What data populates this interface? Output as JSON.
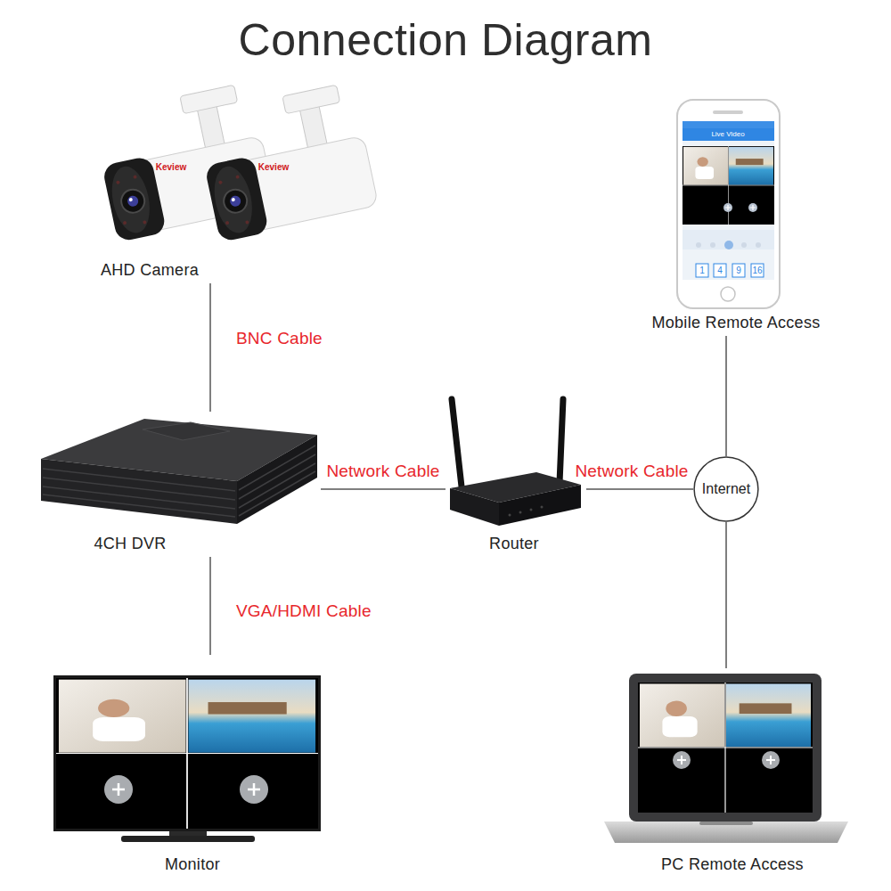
{
  "diagram": {
    "title": "Connection Diagram",
    "nodes": [
      {
        "text": [
          "AHD Camera"
        ]
      },
      {
        "text": [
          "Mobile Remote Access"
        ]
      },
      {
        "text": [
          "4CH DVR"
        ]
      },
      {
        "text": [
          "Router"
        ]
      },
      {
        "text": [
          "Internet"
        ]
      },
      {
        "text": [
          "Monitor"
        ]
      },
      {
        "text": [
          "PC Remote Access"
        ]
      }
    ],
    "edges": [
      {
        "from": 0,
        "to": 2,
        "label": "BNC Cable",
        "arrow": "none"
      },
      {
        "from": 2,
        "to": 3,
        "label": "Network Cable",
        "arrow": "none"
      },
      {
        "from": 3,
        "to": 4,
        "label": "Network Cable",
        "arrow": "none"
      },
      {
        "from": 4,
        "to": 1,
        "arrow": "none"
      },
      {
        "from": 4,
        "to": 6,
        "arrow": "none"
      },
      {
        "from": 2,
        "to": 5,
        "label": "VGA/HDMI Cable",
        "arrow": "none"
      }
    ],
    "labels": [
      "Keview",
      "Keview",
      "Live Video",
      "1",
      "4",
      "9",
      "16"
    ]
  }
}
